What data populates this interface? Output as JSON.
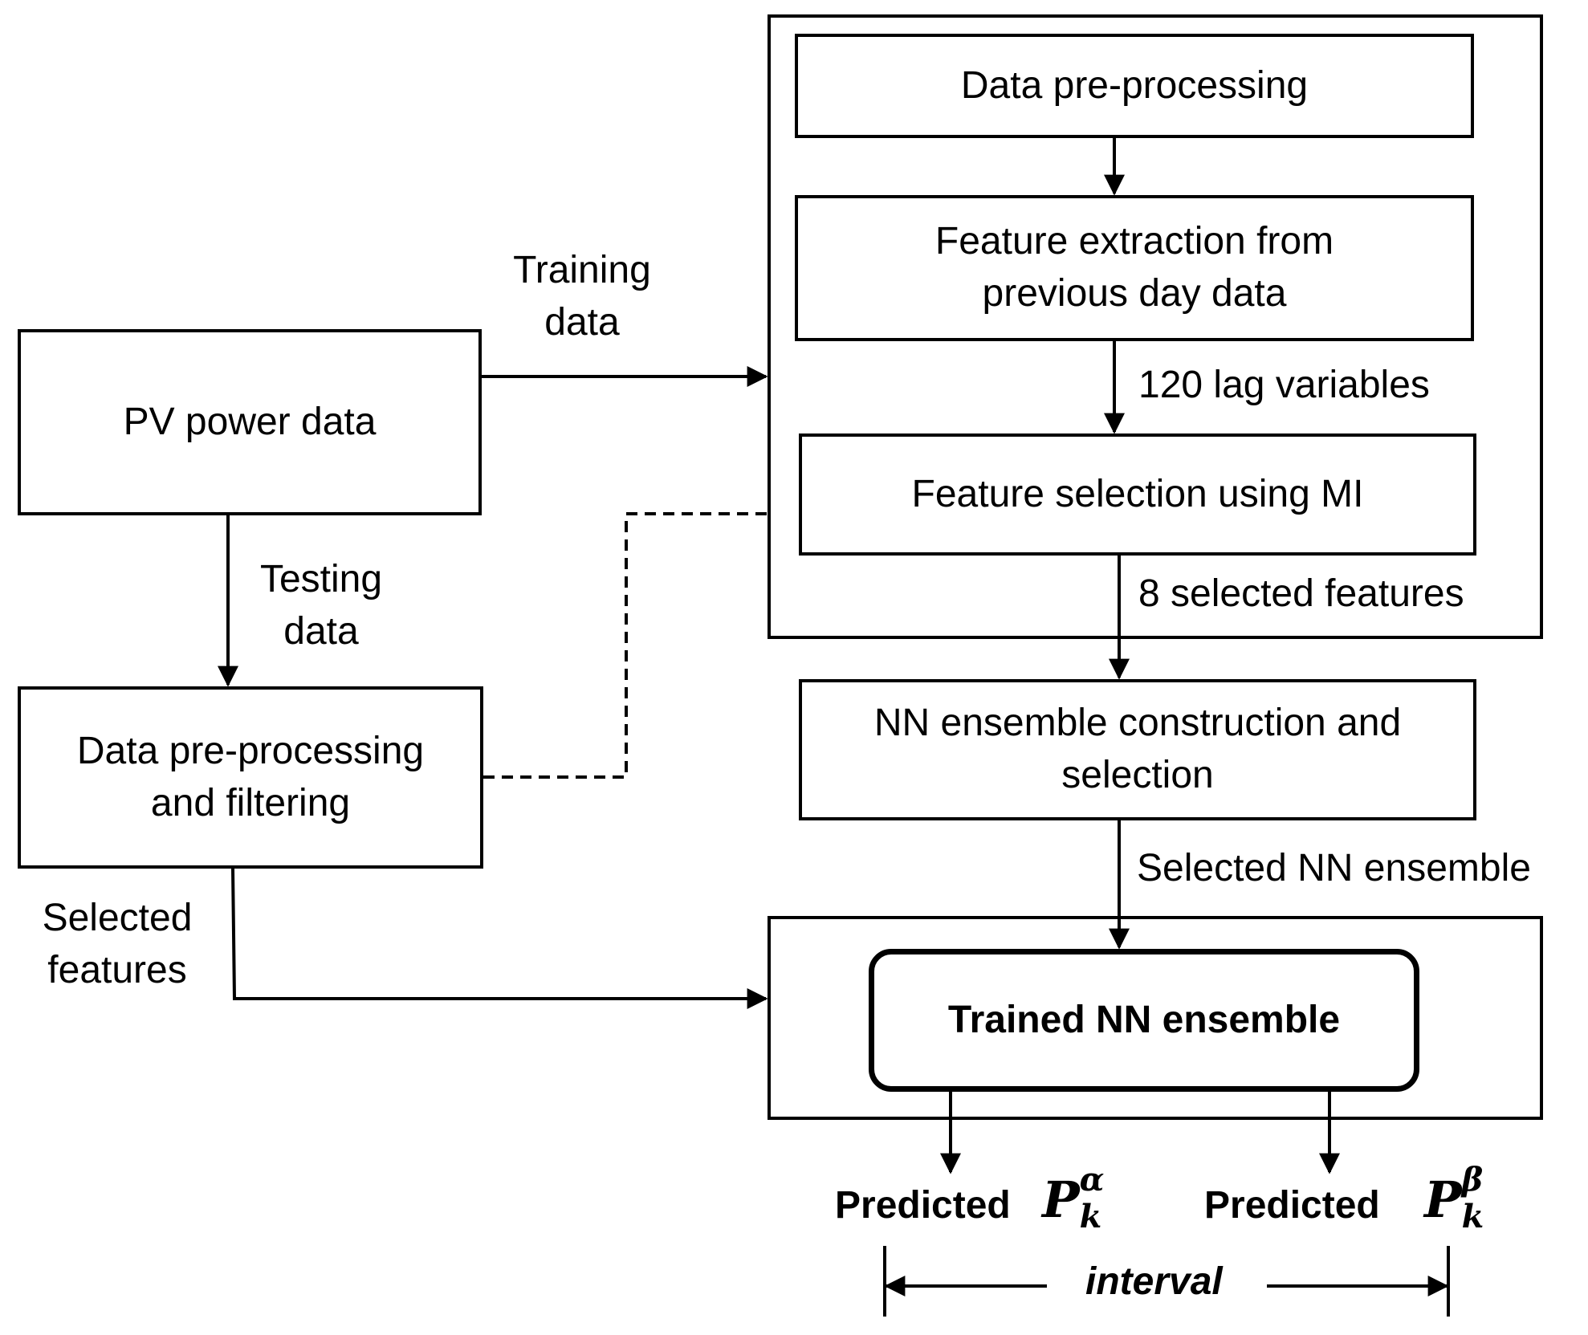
{
  "boxes": {
    "pv_power_data": "PV power data",
    "data_preprocessing_filtering": [
      "Data pre-processing",
      "and filtering"
    ],
    "data_preprocessing": "Data pre-processing",
    "feature_extraction": [
      "Feature extraction from",
      "previous day data"
    ],
    "feature_selection": "Feature selection using MI",
    "nn_ensemble_construction": [
      "NN ensemble construction and",
      "selection"
    ],
    "trained_nn_ensemble": "Trained NN ensemble"
  },
  "edge_labels": {
    "training_data": [
      "Training",
      "data"
    ],
    "testing_data": [
      "Testing",
      "data"
    ],
    "lag_variables": "120 lag variables",
    "selected_features_count": "8 selected features",
    "selected_features": [
      "Selected",
      "features"
    ],
    "selected_nn_ensemble": "Selected NN ensemble"
  },
  "outputs": {
    "lower": {
      "label": "Predicted",
      "symbol": "P",
      "superscript": "α",
      "subscript": "k"
    },
    "upper": {
      "label": "Predicted",
      "symbol": "P",
      "superscript": "β",
      "subscript": "k"
    },
    "interval_label": "interval"
  }
}
